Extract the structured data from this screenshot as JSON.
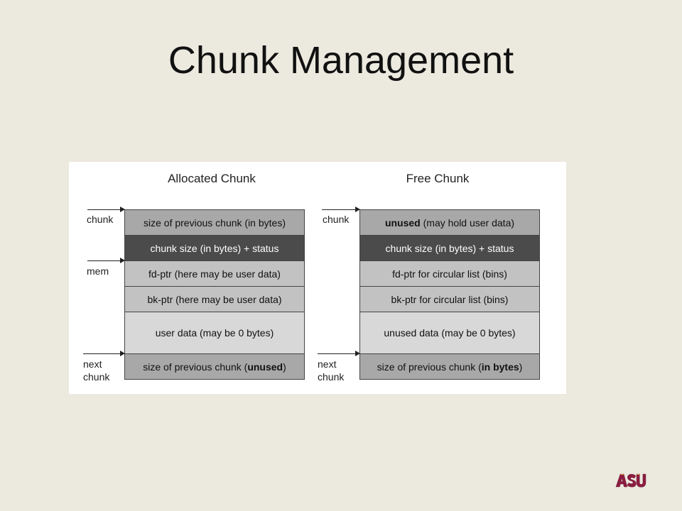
{
  "slide": {
    "title": "Chunk Management"
  },
  "allocated": {
    "title": "Allocated Chunk",
    "labels": {
      "chunk": "chunk",
      "mem": "mem",
      "next1": "next",
      "next2": "chunk"
    },
    "rows": {
      "prev_size": "size of previous chunk (in bytes)",
      "chunk_size": "chunk size (in bytes) + status",
      "fd": "fd-ptr (here may be user data)",
      "bk": "bk-ptr (here may be user data)",
      "user": "user data (may be 0 bytes)",
      "next_prev_a": "size of previous chunk (",
      "next_prev_b": "unused",
      "next_prev_c": ")"
    }
  },
  "free": {
    "title": "Free Chunk",
    "labels": {
      "chunk": "chunk",
      "next1": "next",
      "next2": "chunk"
    },
    "rows": {
      "prev_a": "unused",
      "prev_b": " (may hold user data)",
      "chunk_size": "chunk size (in bytes) + status",
      "fd": "fd-ptr for circular list (bins)",
      "bk": "bk-ptr for circular list (bins)",
      "unused": "unused data (may be 0 bytes)",
      "next_prev_a": "size of previous chunk (",
      "next_prev_b": "in bytes",
      "next_prev_c": ")"
    }
  },
  "logo": {
    "text": "ASU",
    "color": "#8c1d40",
    "accent": "#ffc627"
  }
}
